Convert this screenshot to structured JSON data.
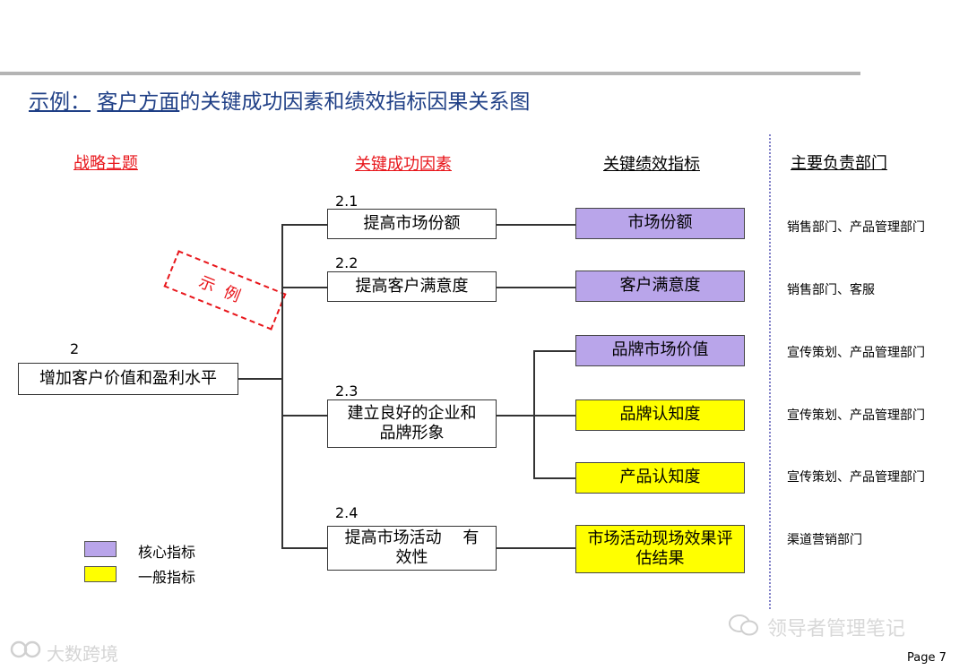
{
  "title": {
    "prefix": "示例：",
    "underlined": "客户方面",
    "rest": "的关键成功因素和绩效指标因果关系图"
  },
  "columns": {
    "strategy": "战略主题",
    "csf": "关键成功因素",
    "kpi": "关键绩效指标",
    "dept": "主要负责部门"
  },
  "strategy": {
    "number": "2",
    "label": "增加客户价值和盈利水平"
  },
  "stamp": "示例",
  "factors": [
    {
      "number": "2.1",
      "label": "提高市场份额"
    },
    {
      "number": "2.2",
      "label": "提高客户满意度"
    },
    {
      "number": "2.3",
      "label": "建立良好的企业和品牌形象"
    },
    {
      "number": "2.4",
      "label": "提高市场活动　 有效性"
    }
  ],
  "kpis": [
    {
      "label": "市场份额",
      "type": "core",
      "dept": "销售部门、产品管理部门"
    },
    {
      "label": "客户满意度",
      "type": "core",
      "dept": "销售部门、客服"
    },
    {
      "label": "品牌市场价值",
      "type": "core",
      "dept": "宣传策划、产品管理部门"
    },
    {
      "label": "品牌认知度",
      "type": "general",
      "dept": "宣传策划、产品管理部门"
    },
    {
      "label": "产品认知度",
      "type": "general",
      "dept": "宣传策划、产品管理部门"
    },
    {
      "label": "市场活动现场效果评估结果",
      "type": "general",
      "dept": "渠道营销部门"
    }
  ],
  "legend": [
    {
      "label": "核心指标",
      "color": "#b9a5ea"
    },
    {
      "label": "一般指标",
      "color": "#ffff00"
    }
  ],
  "watermark_right": "领导者管理笔记",
  "watermark_left": "大数跨境",
  "page": "Page 7"
}
